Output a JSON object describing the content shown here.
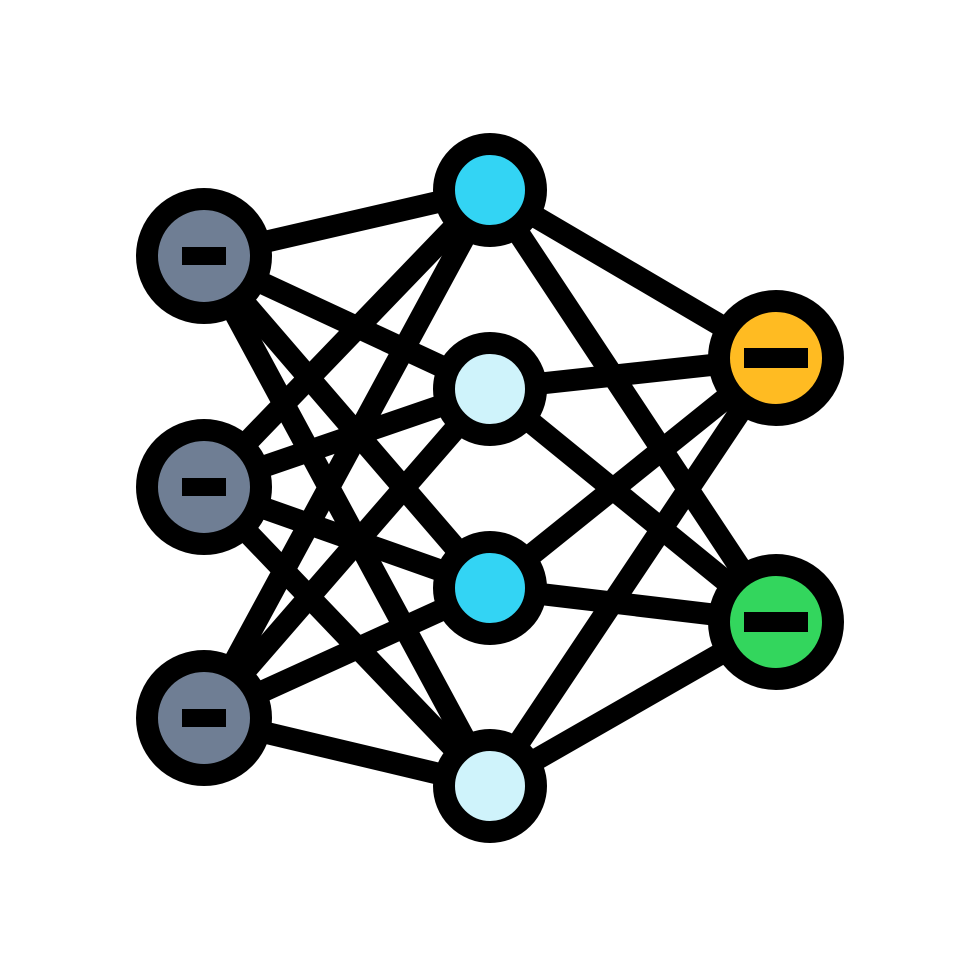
{
  "diagram": {
    "kind": "neural-network-icon",
    "background": "#ffffff",
    "stroke_color": "#000000",
    "colors": {
      "input_node": "#6f7e94",
      "hidden_node_blue": "#33d4f4",
      "hidden_node_light": "#cff3fb",
      "output_node_orange": "#ffbb22",
      "output_node_green": "#33d65d",
      "minus_mark": "#000000"
    },
    "layers": [
      {
        "name": "input",
        "nodes": [
          {
            "id": "in1",
            "fill": "input_node",
            "mark": "minus"
          },
          {
            "id": "in2",
            "fill": "input_node",
            "mark": "minus"
          },
          {
            "id": "in3",
            "fill": "input_node",
            "mark": "minus"
          }
        ]
      },
      {
        "name": "hidden",
        "nodes": [
          {
            "id": "h1",
            "fill": "hidden_node_blue",
            "mark": "none"
          },
          {
            "id": "h2",
            "fill": "hidden_node_light",
            "mark": "none"
          },
          {
            "id": "h3",
            "fill": "hidden_node_blue",
            "mark": "none"
          },
          {
            "id": "h4",
            "fill": "hidden_node_light",
            "mark": "none"
          }
        ]
      },
      {
        "name": "output",
        "nodes": [
          {
            "id": "out1",
            "fill": "output_node_orange",
            "mark": "minus"
          },
          {
            "id": "out2",
            "fill": "output_node_green",
            "mark": "minus"
          }
        ]
      }
    ],
    "edges": [
      [
        "in1",
        "h1"
      ],
      [
        "in1",
        "h2"
      ],
      [
        "in1",
        "h3"
      ],
      [
        "in1",
        "h4"
      ],
      [
        "in2",
        "h1"
      ],
      [
        "in2",
        "h2"
      ],
      [
        "in2",
        "h3"
      ],
      [
        "in2",
        "h4"
      ],
      [
        "in3",
        "h1"
      ],
      [
        "in3",
        "h2"
      ],
      [
        "in3",
        "h3"
      ],
      [
        "in3",
        "h4"
      ],
      [
        "h1",
        "out1"
      ],
      [
        "h1",
        "out2"
      ],
      [
        "h2",
        "out1"
      ],
      [
        "h2",
        "out2"
      ],
      [
        "h3",
        "out1"
      ],
      [
        "h3",
        "out2"
      ],
      [
        "h4",
        "out1"
      ],
      [
        "h4",
        "out2"
      ]
    ]
  }
}
